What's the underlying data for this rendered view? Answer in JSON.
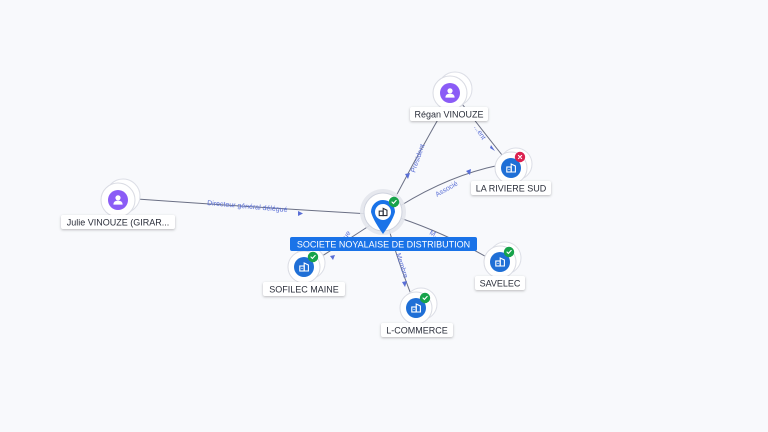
{
  "center": {
    "label": "SOCIETE NOYALAISE DE DISTRIBUTION",
    "icon": "building-icon",
    "status": "active"
  },
  "nodes": [
    {
      "id": "regan",
      "kind": "person",
      "label": "Régan VINOUZE",
      "icon": "person-icon",
      "status": ""
    },
    {
      "id": "julie",
      "kind": "person",
      "label": "Julie VINOUZE (GIRAR...",
      "icon": "person-icon",
      "status": ""
    },
    {
      "id": "lariviere",
      "kind": "company",
      "label": "LA RIVIERE SUD",
      "icon": "building-icon",
      "status": "closed"
    },
    {
      "id": "savelec",
      "kind": "company",
      "label": "SAVELEC",
      "icon": "building-icon",
      "status": "active"
    },
    {
      "id": "sofilec",
      "kind": "company",
      "label": "SOFILEC MAINE",
      "icon": "building-icon",
      "status": "active"
    },
    {
      "id": "lcommerce",
      "kind": "company",
      "label": "L-COMMERCE",
      "icon": "building-icon",
      "status": "active"
    }
  ],
  "edges": [
    {
      "id": "e-regan-center",
      "label": "President"
    },
    {
      "id": "e-regan-lariviere",
      "label": "...ent"
    },
    {
      "id": "e-julie-center",
      "label": "Directeur général délégué"
    },
    {
      "id": "e-center-lariviere",
      "label": "Associé"
    },
    {
      "id": "e-center-savelec",
      "label": "M..."
    },
    {
      "id": "e-center-lcommerce",
      "label": "Membre"
    },
    {
      "id": "e-center-sofilec",
      "label": "...ue"
    }
  ],
  "colors": {
    "background": "#f8f9fc",
    "person": "#8b5cf6",
    "company": "#1f6fd6",
    "active_badge": "#17a34a",
    "closed_badge": "#dc2250",
    "edge_label": "#5a6fd6",
    "center_label_bg": "#1a73e8"
  }
}
